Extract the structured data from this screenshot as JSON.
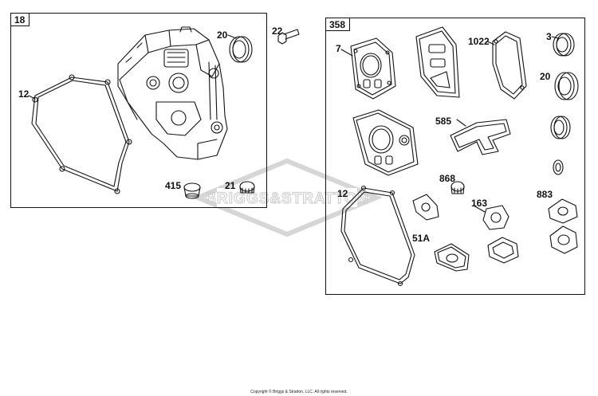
{
  "panels": [
    {
      "tag": "18"
    },
    {
      "tag": "358"
    }
  ],
  "callouts": {
    "c20a": "20",
    "c22": "22",
    "c12a": "12",
    "c415": "415",
    "c21": "21",
    "c7": "7",
    "c1022": "1022",
    "c3": "3",
    "c20b": "20",
    "c585": "585",
    "c868": "868",
    "c12b": "12",
    "c163": "163",
    "c883": "883",
    "c51a": "51A"
  },
  "footer": {
    "copyright": "Copyright © Briggs & Stratton, LLC. All rights reserved."
  },
  "colors": {
    "ink": "#111111",
    "watermark": "#d6d6d6"
  },
  "icons": {
    "watermark": "briggs-stratton-logo-watermark"
  }
}
